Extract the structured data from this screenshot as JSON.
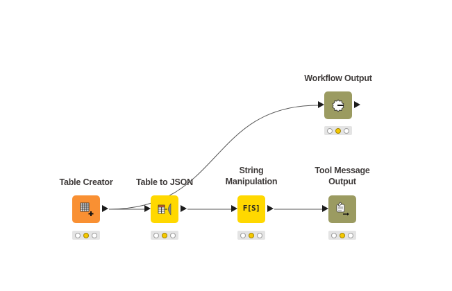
{
  "workflow": {
    "colors": {
      "source": "#f99033",
      "manipulator": "#ffd800",
      "output": "#9b9b61",
      "connection": "#555555",
      "status_active": "#f5c800"
    },
    "nodes": [
      {
        "id": "table-creator",
        "label_lines": [
          "Table Creator"
        ],
        "type": "source",
        "icon": "table-plus-icon",
        "status": "yellow"
      },
      {
        "id": "table-to-json",
        "label_lines": [
          "Table to JSON"
        ],
        "type": "manipulator",
        "icon": "table-to-json-icon",
        "status": "yellow"
      },
      {
        "id": "string-manipulation",
        "label_lines": [
          "String",
          "Manipulation"
        ],
        "type": "manipulator",
        "icon": "fs-icon",
        "icon_text": "F[S]",
        "status": "yellow"
      },
      {
        "id": "tool-message-output",
        "label_lines": [
          "Tool Message",
          "Output"
        ],
        "type": "output",
        "icon": "message-output-icon",
        "status": "yellow"
      },
      {
        "id": "workflow-output",
        "label_lines": [
          "Workflow Output"
        ],
        "type": "output",
        "icon": "workflow-output-icon",
        "status": "yellow"
      }
    ],
    "connections": [
      {
        "from": "table-creator",
        "to": "table-to-json"
      },
      {
        "from": "table-creator",
        "to": "workflow-output"
      },
      {
        "from": "table-to-json",
        "to": "string-manipulation"
      },
      {
        "from": "string-manipulation",
        "to": "tool-message-output"
      }
    ]
  }
}
